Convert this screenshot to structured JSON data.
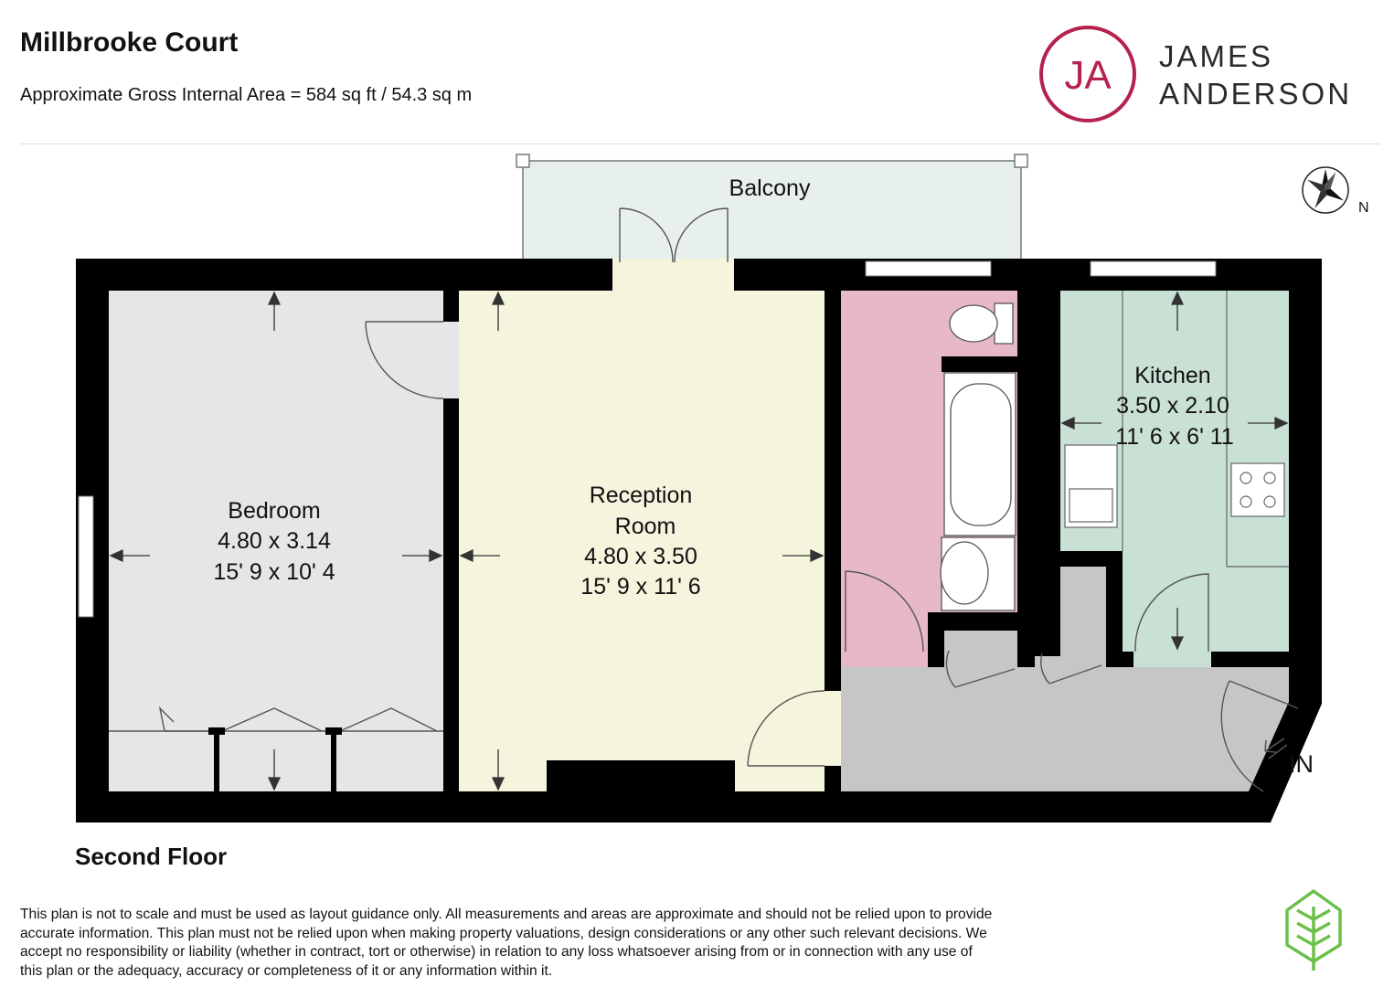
{
  "header": {
    "title": "Millbrooke Court",
    "area": "Approximate Gross Internal Area = 584 sq ft / 54.3 sq m"
  },
  "brand": {
    "monogram": "JA",
    "line1": "JAMES",
    "line2": "ANDERSON",
    "color": "#b5234d"
  },
  "compass": {
    "label": "N"
  },
  "rooms": {
    "balcony": {
      "name": "Balcony"
    },
    "bedroom": {
      "name": "Bedroom",
      "metric": "4.80 x 3.14",
      "imperial": "15' 9 x 10' 4"
    },
    "reception": {
      "name_line1": "Reception",
      "name_line2": "Room",
      "metric": "4.80 x 3.50",
      "imperial": "15' 9 x 11' 6"
    },
    "kitchen": {
      "name": "Kitchen",
      "metric": "3.50 x 2.10",
      "imperial": "11' 6 x 6' 11"
    }
  },
  "entrance_label": "IN",
  "floor_label": "Second Floor",
  "disclaimer": "This plan is not to scale and must be used as layout guidance only. All measurements and areas are approximate and should not be relied upon to provide accurate information. This plan must not be relied upon when making property valuations, design considerations or any other such relevant decisions. We accept no responsibility or liability (whether in contract, tort or otherwise) in relation to any loss whatsoever arising from or in connection with any use of this plan or the adequacy, accuracy or completeness of it or any information within it.",
  "colors": {
    "wall": "#000000",
    "bedroom": "#e6e6e6",
    "reception": "#f5f4dc",
    "bathroom": "#e7b8c8",
    "kitchen": "#c9e0d4",
    "hall": "#c6c6c6",
    "balcony": "#e8f0ec",
    "eco_icon": "#6cc04a"
  }
}
